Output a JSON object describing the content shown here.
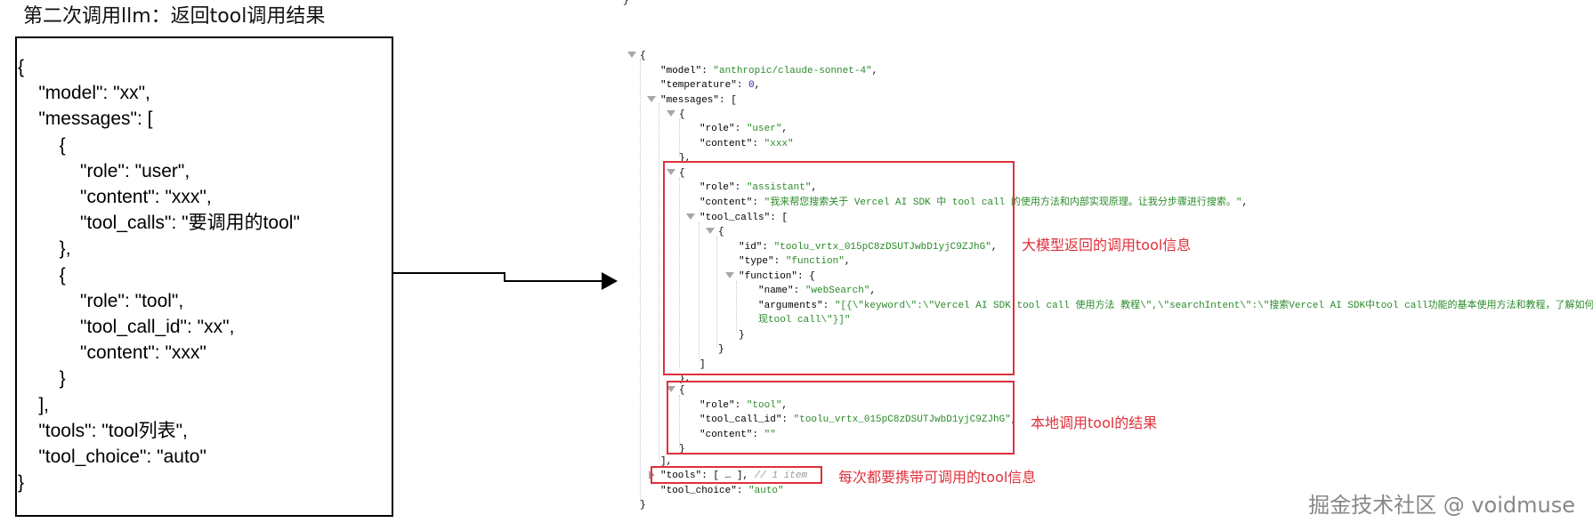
{
  "title": "第二次调用llm：返回tool调用结果",
  "left_code": [
    "{",
    "    \"model\": \"xx\",",
    "    \"messages\": [",
    "        {",
    "            \"role\": \"user\",",
    "            \"content\": \"xxx\",",
    "            \"tool_calls\": \"要调用的tool\"",
    "        },",
    "        {",
    "            \"role\": \"tool\",",
    "            \"tool_call_id\": \"xx\",",
    "            \"content\": \"xxx\"",
    "        }",
    "    ],",
    "    \"tools\": \"tool列表\",",
    "    \"tool_choice\": \"auto\"",
    "}"
  ],
  "json_view": {
    "top_brace": "}",
    "open": "{",
    "model_key": "\"model\"",
    "model_val": "\"anthropic/claude-sonnet-4\"",
    "temperature_key": "\"temperature\"",
    "temperature_val": "0",
    "messages_key": "\"messages\"",
    "role_key": "\"role\"",
    "content_key": "\"content\"",
    "user_role": "\"user\"",
    "user_content": "\"xxx\"",
    "assistant_role": "\"assistant\"",
    "assistant_content": "\"我来帮您搜索关于 Vercel AI SDK 中 tool call 的使用方法和内部实现原理。让我分步骤进行搜索。\"",
    "tool_calls_key": "\"tool_calls\"",
    "id_key": "\"id\"",
    "id_val": "\"toolu_vrtx_015pC8zDSUTJwbD1yjC9ZJhG\"",
    "type_key": "\"type\"",
    "type_val": "\"function\"",
    "function_key": "\"function\"",
    "name_key": "\"name\"",
    "name_val": "\"webSearch\"",
    "arguments_key": "\"arguments\"",
    "arguments_val_1": "\"[{\\\"keyword\\\":\\\"Vercel AI SDK tool call 使用方法 教程\\\",\\\"searchIntent\\\":\\\"搜索Vercel AI SDK中tool call功能的基本使用方法和教程，了解如何在项目中实",
    "arguments_val_2": "现tool call\\\"}]\"",
    "tool_role": "\"tool\"",
    "tool_call_id_key": "\"tool_call_id\"",
    "tool_call_id_val": "\"toolu_vrtx_015pC8zDSUTJwbD1yjC9ZJhG\"",
    "tool_content": "\"\"",
    "tools_key": "\"tools\"",
    "tools_collapsed": "[ … ],",
    "tools_comment": "// 1 item",
    "tool_choice_key": "\"tool_choice\"",
    "tool_choice_val": "\"auto\"",
    "close": "}"
  },
  "annotations": {
    "llm_tool_calls": "大模型返回的调用tool信息",
    "local_result": "本地调用tool的结果",
    "tools_each_time": "每次都要携带可调用的tool信息"
  },
  "watermark": "掘金技术社区 @ voidmuse",
  "colors": {
    "annotation_red": "#e0303a",
    "string_green": "#2a8a2a",
    "number_blue": "#1a1aa6"
  }
}
